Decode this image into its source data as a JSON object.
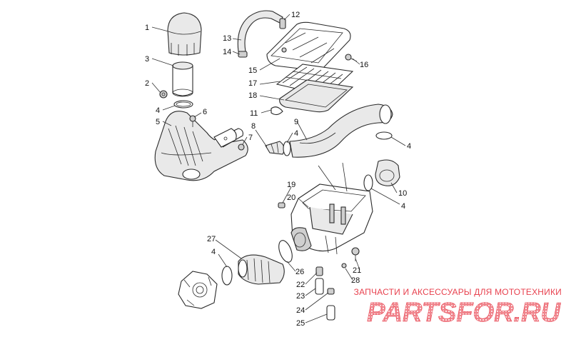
{
  "callouts": [
    {
      "id": "1",
      "label": "1"
    },
    {
      "id": "2",
      "label": "2"
    },
    {
      "id": "3",
      "label": "3"
    },
    {
      "id": "4a",
      "label": "4"
    },
    {
      "id": "4b",
      "label": "4"
    },
    {
      "id": "4c",
      "label": "4"
    },
    {
      "id": "4d",
      "label": "4"
    },
    {
      "id": "4e",
      "label": "4"
    },
    {
      "id": "5",
      "label": "5"
    },
    {
      "id": "6",
      "label": "6"
    },
    {
      "id": "7",
      "label": "7"
    },
    {
      "id": "8",
      "label": "8"
    },
    {
      "id": "9",
      "label": "9"
    },
    {
      "id": "10",
      "label": "10"
    },
    {
      "id": "11",
      "label": "11"
    },
    {
      "id": "12",
      "label": "12"
    },
    {
      "id": "13",
      "label": "13"
    },
    {
      "id": "14",
      "label": "14"
    },
    {
      "id": "15",
      "label": "15"
    },
    {
      "id": "16",
      "label": "16"
    },
    {
      "id": "17",
      "label": "17"
    },
    {
      "id": "18",
      "label": "18"
    },
    {
      "id": "19",
      "label": "19"
    },
    {
      "id": "20",
      "label": "20"
    },
    {
      "id": "21",
      "label": "21"
    },
    {
      "id": "22",
      "label": "22"
    },
    {
      "id": "23",
      "label": "23"
    },
    {
      "id": "24",
      "label": "24"
    },
    {
      "id": "25",
      "label": "25"
    },
    {
      "id": "26",
      "label": "26"
    },
    {
      "id": "27",
      "label": "27"
    },
    {
      "id": "28",
      "label": "28"
    }
  ],
  "watermark": {
    "tagline": "ЗАПЧАСТИ И АКСЕССУАРЫ ДЛЯ МОТОТЕХНИКИ",
    "logo": "PARTSFOR.RU",
    "color": "#e8424f"
  }
}
